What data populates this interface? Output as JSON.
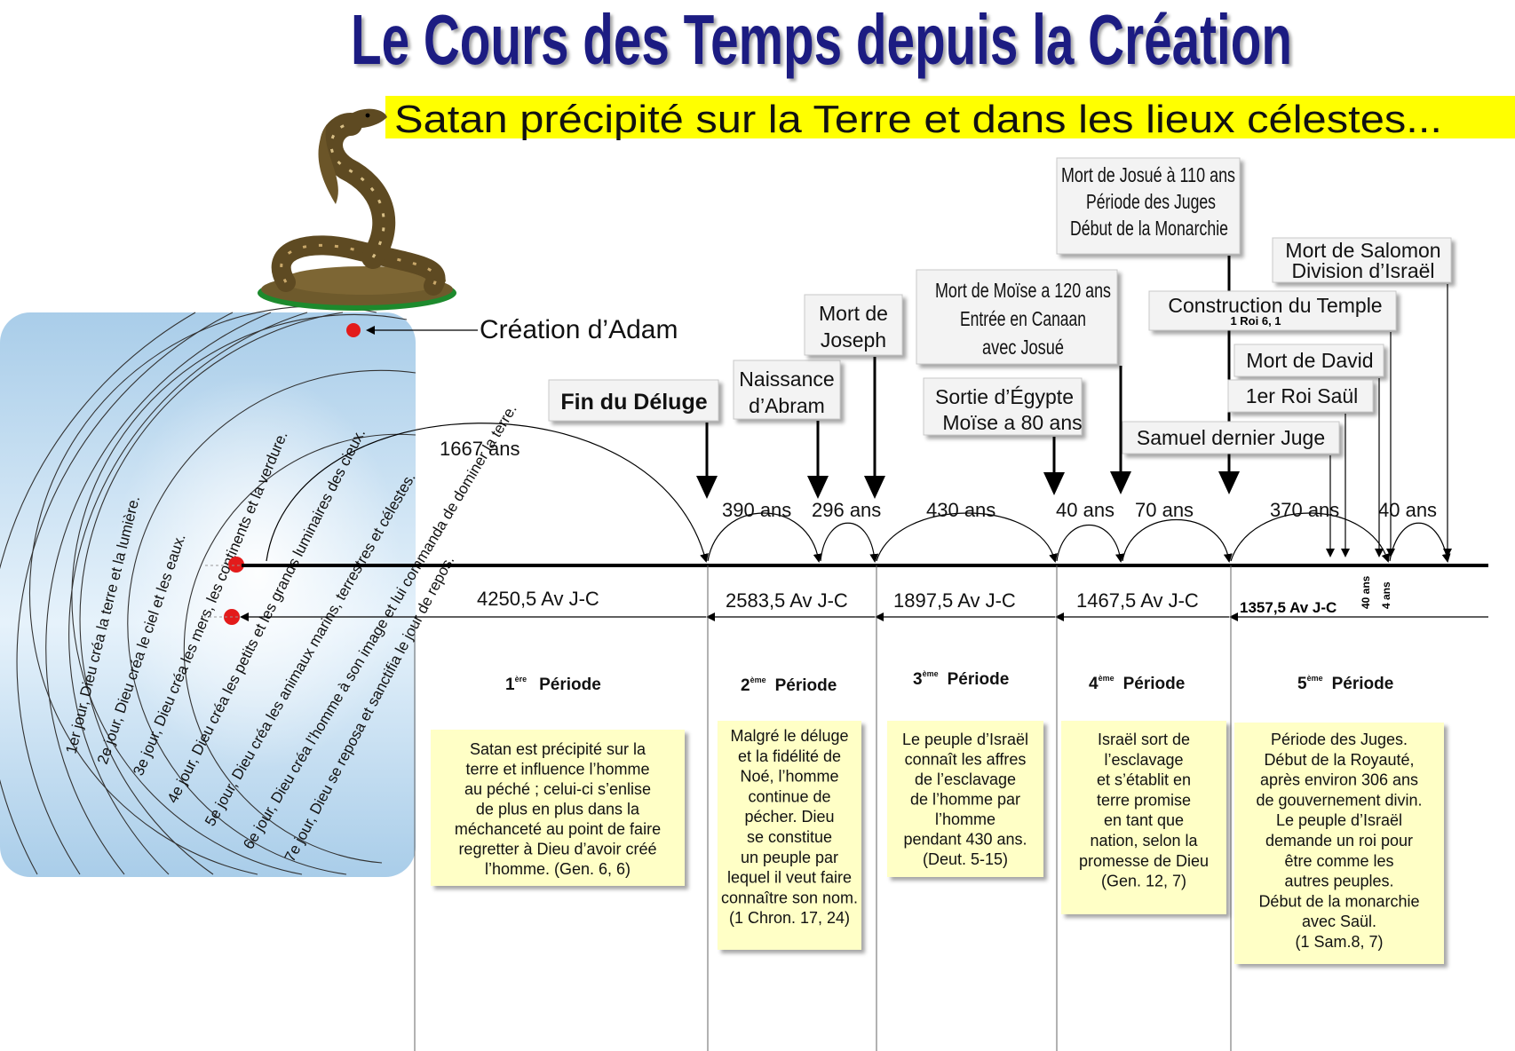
{
  "title": "Le Cours des Temps depuis la Création",
  "subtitle": "Satan précipité sur la Terre et dans les lieux célestes...",
  "creation_label": "Création d’Adam",
  "creation_days": [
    "1er jour, Dieu créa la terre et la lumière.",
    "2e jour, Dieu créa le ciel et les eaux.",
    "3e jour, Dieu créa les mers, les continents et la verdure.",
    "4e jour, Dieu créa les petits et les grands luminaires des cieux.",
    "5e jour, Dieu créa les animaux marins, terrestres et célestes.",
    "6e jour, Dieu créa l’homme à son image et lui commanda de dominer la terre.",
    "7e jour, Dieu se reposa et sanctifia le jour de repos."
  ],
  "events": {
    "deluge": "Fin du Déluge",
    "abram": [
      "Naissance",
      "d’Abram"
    ],
    "joseph": [
      "Mort de",
      "Joseph"
    ],
    "sortie": [
      "Sortie d’Égypte",
      "Moïse a 80 ans"
    ],
    "moise": [
      "Mort de Moïse a 120 ans",
      "Entrée en Canaan",
      "avec Josué"
    ],
    "josue": [
      "Mort de Josué à 110 ans",
      "Période des Juges",
      "Début de la Monarchie"
    ],
    "samuel": "Samuel dernier Juge",
    "saul": "1er Roi Saül",
    "david": "Mort de David",
    "temple": [
      "Construction du Temple",
      "1 Roi 6, 1"
    ],
    "salomon": [
      "Mort de Salomon",
      "Division d’Israël"
    ]
  },
  "spans": [
    "1667 ans",
    "390 ans",
    "296 ans",
    "430 ans",
    "40 ans",
    "70 ans",
    "370 ans",
    "40 ans"
  ],
  "small_spans": [
    "40 ans",
    "4 ans"
  ],
  "dates": [
    "4250,5 Av J-C",
    "2583,5 Av J-C",
    "1897,5 Av J-C",
    "1467,5 Av J-C",
    "1357,5 Av J-C"
  ],
  "periods": [
    {
      "num": "1",
      "sup": "ère",
      "label": "Période",
      "text": [
        "Satan est précipité sur la",
        "terre et influence l’homme",
        "au péché ; celui-ci s’enlise",
        "de plus en plus dans la",
        "méchanceté au point de faire",
        "regretter à Dieu d’avoir créé",
        "l’homme. (Gen. 6, 6)"
      ]
    },
    {
      "num": "2",
      "sup": "ème",
      "label": "Période",
      "text": [
        "Malgré le déluge",
        "et la fidélité de",
        "Noé, l’homme",
        "continue de",
        "pécher. Dieu",
        "se constitue",
        "un peuple par",
        "lequel  il veut faire",
        "connaître son nom.",
        "(1 Chron. 17, 24)"
      ]
    },
    {
      "num": "3",
      "sup": "ème",
      "label": "Période",
      "text": [
        "Le peuple d’Israël",
        "connaît les affres",
        "de l’esclavage",
        "de l’homme par",
        "l’homme",
        "pendant 430 ans.",
        "(Deut. 5-15)"
      ]
    },
    {
      "num": "4",
      "sup": "ème",
      "label": "Période",
      "text": [
        "Israël sort de",
        "l’esclavage",
        "et s’établit en",
        "terre  promise",
        "en tant que",
        "nation, selon la",
        "promesse de Dieu",
        "(Gen. 12, 7)"
      ]
    },
    {
      "num": "5",
      "sup": "ème",
      "label": "Période",
      "text": [
        "Période des Juges.",
        "Début de la Royauté,",
        "après environ 306 ans",
        "de gouvernement divin.",
        "Le peuple d’Israël",
        "demande un roi pour",
        "être  comme les",
        "autres peuples.",
        "Début de la monarchie",
        "avec Saül.",
        "(1 Sam.8, 7)"
      ]
    }
  ],
  "colors": {
    "title": "#1f1f82",
    "subtitle_band": "#ffff00",
    "note_bg": "#ffffc6",
    "panel_top": "#a9cde9",
    "dot": "#e31b1b"
  }
}
